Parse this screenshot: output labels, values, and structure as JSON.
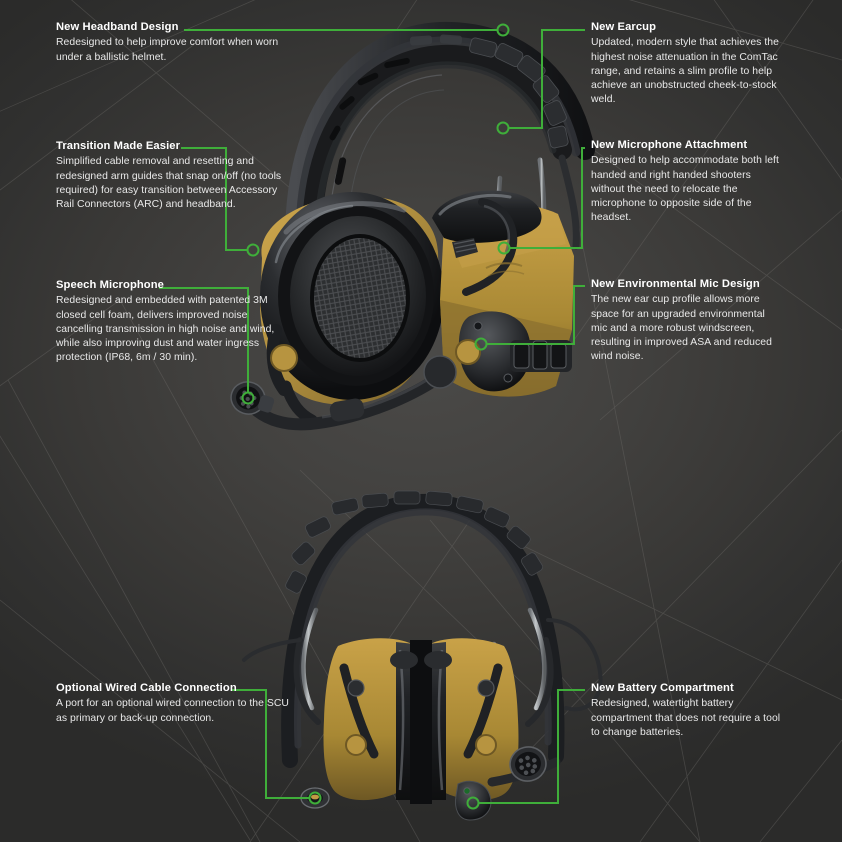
{
  "theme": {
    "accent_green": "#3fae3a",
    "background_dark": "#3a3937",
    "title_color": "#ffffff",
    "body_color": "#e9e9e9",
    "earcup_tan": "#b79440",
    "earcup_black": "#17181a"
  },
  "callouts": [
    {
      "id": "headband",
      "title": "New Headband Design",
      "body": "Redesigned to help improve comfort when worn under a ballistic helmet.",
      "side": "left"
    },
    {
      "id": "transition",
      "title": "Transition Made Easier",
      "body": "Simplified cable removal and resetting and redesigned arm guides that snap on/off (no tools required) for easy transition between Accessory Rail Connectors (ARC) and headband.",
      "side": "left"
    },
    {
      "id": "speech-microphone",
      "title": "Speech Microphone",
      "body": "Redesigned and embedded with patented 3M closed cell foam, delivers improved noise cancelling transmission in high noise and wind, while also improving dust and water ingress protection (IP68, 6m / 30 min).",
      "side": "left"
    },
    {
      "id": "optional-wired-cable-connection",
      "title": "Optional Wired Cable Connection",
      "body": "A port for an optional wired connection to the SCU as primary or back-up connection.",
      "side": "left"
    },
    {
      "id": "earcup",
      "title": "New Earcup",
      "body": "Updated, modern style that achieves the highest noise attenuation in the ComTac range, and retains a slim profile to help achieve an unobstructed cheek-to-stock weld.",
      "side": "right"
    },
    {
      "id": "microphone-attachment",
      "title": "New Microphone Attachment",
      "body": "Designed to help accommodate both left handed and right handed shooters without the need to relocate the microphone to opposite side of the headset.",
      "side": "right"
    },
    {
      "id": "environmental-mic",
      "title": "New Environmental Mic Design",
      "body": "The new ear cup profile allows more space for an upgraded environmental mic and a more robust windscreen, resulting in improved ASA and reduced wind noise.",
      "side": "right"
    },
    {
      "id": "battery-compartment",
      "title": "New Battery Compartment",
      "body": "Redesigned, watertight  battery compartment that does not require a tool to change batteries.",
      "side": "right"
    }
  ],
  "product_images": {
    "top": "headset-side-profile-photo",
    "bottom": "headset-front-profile-photo"
  }
}
